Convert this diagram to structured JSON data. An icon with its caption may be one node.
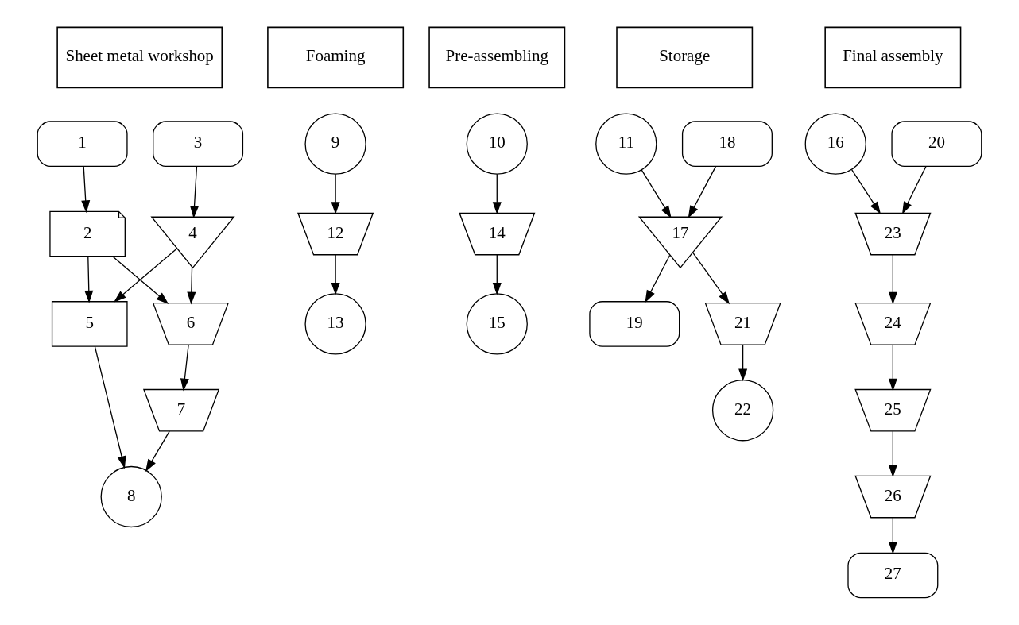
{
  "diagram": {
    "nodes": [
      {
        "text": [
          "Sheet metal workshop"
        ]
      },
      {
        "text": [
          "Foaming"
        ]
      },
      {
        "text": [
          "Pre-assembling"
        ]
      },
      {
        "text": [
          "Storage"
        ]
      },
      {
        "text": [
          "Final assembly"
        ]
      },
      {
        "text": [
          "1"
        ]
      },
      {
        "text": [
          "2"
        ]
      },
      {
        "text": [
          "3"
        ]
      },
      {
        "text": [
          "4"
        ]
      },
      {
        "text": [
          "5"
        ]
      },
      {
        "text": [
          "6"
        ]
      },
      {
        "text": [
          "7"
        ]
      },
      {
        "text": [
          "8"
        ]
      },
      {
        "text": [
          "9"
        ]
      },
      {
        "text": [
          "10"
        ]
      },
      {
        "text": [
          "11"
        ]
      },
      {
        "text": [
          "12"
        ]
      },
      {
        "text": [
          "13"
        ]
      },
      {
        "text": [
          "14"
        ]
      },
      {
        "text": [
          "15"
        ]
      },
      {
        "text": [
          "16"
        ]
      },
      {
        "text": [
          "17"
        ]
      },
      {
        "text": [
          "18"
        ]
      },
      {
        "text": [
          "19"
        ]
      },
      {
        "text": [
          "20"
        ]
      },
      {
        "text": [
          "21"
        ]
      },
      {
        "text": [
          "22"
        ]
      },
      {
        "text": [
          "23"
        ]
      },
      {
        "text": [
          "24"
        ]
      },
      {
        "text": [
          "25"
        ]
      },
      {
        "text": [
          "26"
        ]
      },
      {
        "text": [
          "27"
        ]
      }
    ],
    "edges": [
      {
        "from": 5,
        "to": 6,
        "arrow": "to"
      },
      {
        "from": 7,
        "to": 8,
        "arrow": "to"
      },
      {
        "from": 6,
        "to": 9,
        "arrow": "to"
      },
      {
        "from": 6,
        "to": 10,
        "arrow": "to"
      },
      {
        "from": 8,
        "to": 10,
        "arrow": "to"
      },
      {
        "from": 8,
        "to": 9,
        "arrow": "to"
      },
      {
        "from": 10,
        "to": 11,
        "arrow": "to"
      },
      {
        "from": 9,
        "to": 12,
        "arrow": "to"
      },
      {
        "from": 11,
        "to": 12,
        "arrow": "to"
      },
      {
        "from": 13,
        "to": 16,
        "arrow": "to"
      },
      {
        "from": 16,
        "to": 17,
        "arrow": "to"
      },
      {
        "from": 14,
        "to": 18,
        "arrow": "to"
      },
      {
        "from": 18,
        "to": 19,
        "arrow": "to"
      },
      {
        "from": 15,
        "to": 21,
        "arrow": "to"
      },
      {
        "from": 22,
        "to": 21,
        "arrow": "to"
      },
      {
        "from": 21,
        "to": 25,
        "arrow": "to"
      },
      {
        "from": 21,
        "to": 23,
        "arrow": "to"
      },
      {
        "from": 25,
        "to": 26,
        "arrow": "to"
      },
      {
        "from": 20,
        "to": 27,
        "arrow": "to"
      },
      {
        "from": 24,
        "to": 27,
        "arrow": "to"
      },
      {
        "from": 27,
        "to": 28,
        "arrow": "to"
      },
      {
        "from": 28,
        "to": 29,
        "arrow": "to"
      },
      {
        "from": 29,
        "to": 30,
        "arrow": "to"
      },
      {
        "from": 30,
        "to": 31,
        "arrow": "to"
      }
    ]
  }
}
